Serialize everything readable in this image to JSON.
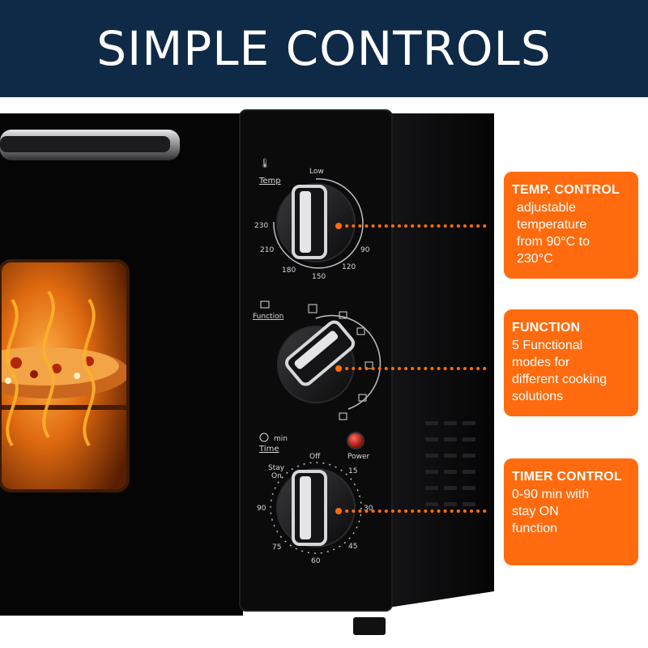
{
  "banner": {
    "title": "SIMPLE CONTROLS"
  },
  "oven": {
    "temp_dial": {
      "label": "Temp",
      "marks": [
        "Low",
        "90",
        "120",
        "150",
        "180",
        "210",
        "230"
      ]
    },
    "function_dial": {
      "label": "Function"
    },
    "timer_dial": {
      "label": "Time",
      "unit": "min",
      "marks": [
        "Off",
        "15",
        "30",
        "45",
        "60",
        "75",
        "90"
      ],
      "stay_on": [
        "Stay",
        "On"
      ]
    },
    "power_label": "Power"
  },
  "callouts": [
    {
      "title": "TEMP. CONTROL",
      "body": [
        "adjustable",
        "temperature",
        "from 90°C to",
        "230°C"
      ]
    },
    {
      "title": "FUNCTION",
      "body": [
        "5 Functional",
        "modes for",
        "different cooking",
        "solutions"
      ]
    },
    {
      "title": "TIMER CONTROL",
      "body": [
        "0-90 min with",
        "stay ON",
        "function"
      ]
    }
  ],
  "colors": {
    "banner": "#0f2a47",
    "accent": "#ff6b0e",
    "oven_body": "#0b0b0c",
    "glow": "#ff9a1f"
  }
}
